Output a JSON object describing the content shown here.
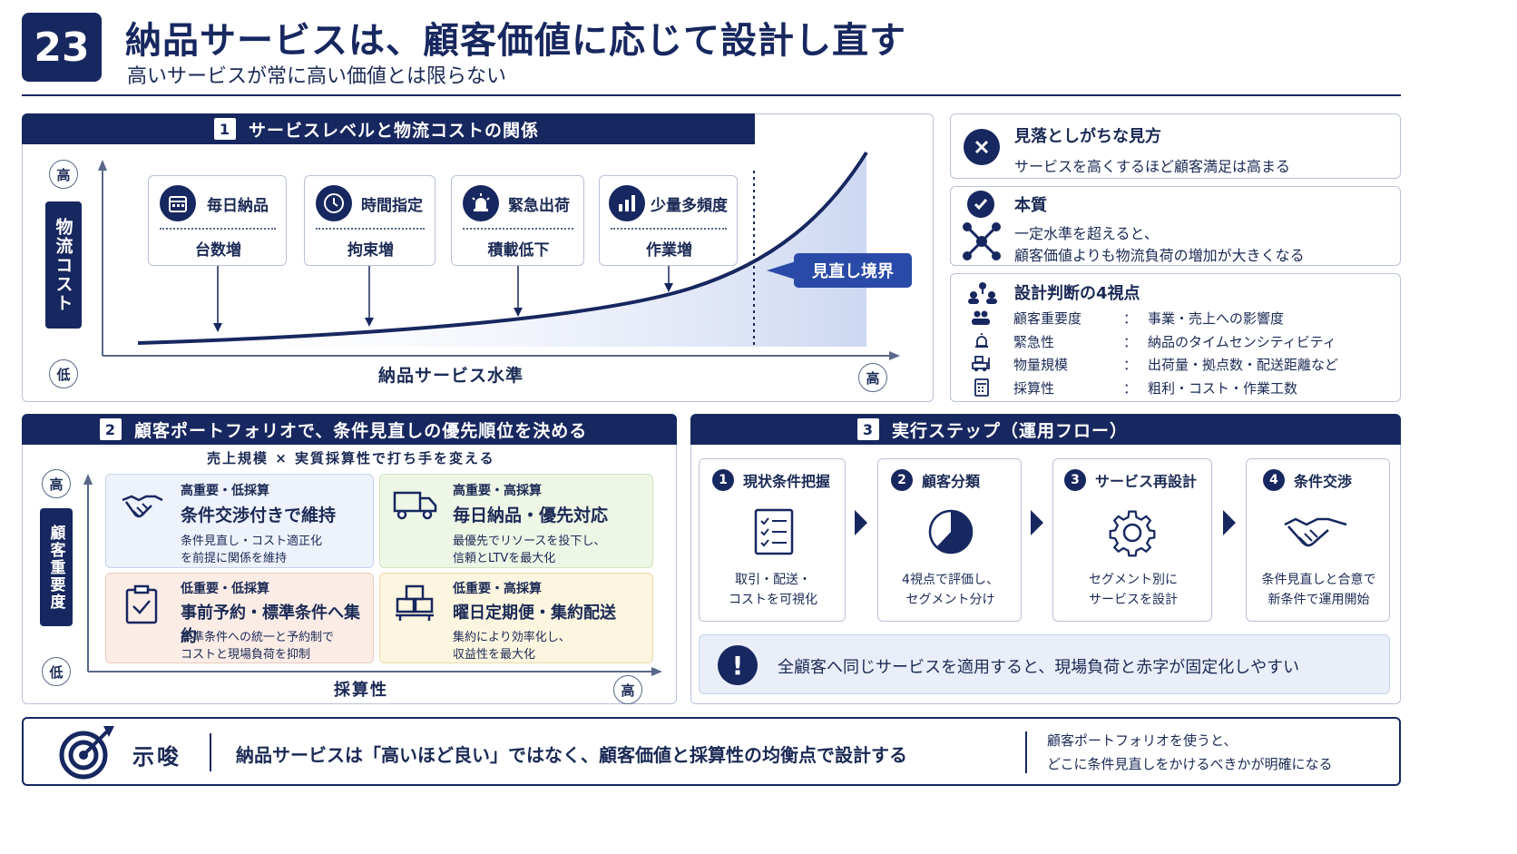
{
  "header": {
    "number": "23",
    "title": "納品サービスは、顧客価値に応じて設計し直す",
    "subtitle": "高いサービスが常に高い価値とは限らない"
  },
  "section1": {
    "num": "1",
    "title": "サービスレベルと物流コストの関係",
    "y_high": "高",
    "y_low": "低",
    "y_axis": "物流コスト",
    "x_axis": "納品サービス水準",
    "x_high": "高",
    "boundary": "見直し境界",
    "cards": [
      {
        "title": "毎日納品",
        "effect": "台数増",
        "icon": "calendar-icon"
      },
      {
        "title": "時間指定",
        "effect": "拘束増",
        "icon": "clock-icon"
      },
      {
        "title": "緊急出荷",
        "effect": "積載低下",
        "icon": "alarm-icon"
      },
      {
        "title": "少量多頻度",
        "effect": "作業増",
        "icon": "bar-chart-icon"
      }
    ]
  },
  "side": {
    "mistake": {
      "title": "見落としがちな見方",
      "text": "サービスを高くするほど顧客満足は高まる"
    },
    "essence": {
      "title": "本質",
      "line1": "一定水準を超えると、",
      "line2": "顧客価値よりも物流負荷の増加が大きくなる"
    },
    "criteria": {
      "title": "設計判断の4視点",
      "sep": "：",
      "items": [
        {
          "label": "顧客重要度",
          "value": "事業・売上への影響度",
          "icon": "people-icon"
        },
        {
          "label": "緊急性",
          "value": "納品のタイムセンシティビティ",
          "icon": "alarm-icon"
        },
        {
          "label": "物量規模",
          "value": "出荷量・拠点数・配送距離など",
          "icon": "forklift-icon"
        },
        {
          "label": "採算性",
          "value": "粗利・コスト・作業工数",
          "icon": "calculator-icon"
        }
      ]
    }
  },
  "section2": {
    "num": "2",
    "title": "顧客ポートフォリオで、条件見直しの優先順位を決める",
    "subtitle": "売上規模 × 実質採算性で打ち手を変える",
    "y_high": "高",
    "y_low": "低",
    "y_axis": "顧客重要度",
    "x_axis": "採算性",
    "x_high": "高",
    "quadrants": [
      {
        "tag": "高重要・低採算",
        "title": "条件交渉付きで維持",
        "l1": "条件見直し・コスト適正化",
        "l2": "を前提に関係を維持",
        "icon": "handshake-icon"
      },
      {
        "tag": "高重要・高採算",
        "title": "毎日納品・優先対応",
        "l1": "最優先でリソースを投下し、",
        "l2": "信頼とLTVを最大化",
        "icon": "truck-icon"
      },
      {
        "tag": "低重要・低採算",
        "title": "事前予約・標準条件へ集約",
        "l1": "標準条件への統一と予約制で",
        "l2": "コストと現場負荷を抑制",
        "icon": "clipboard-check-icon"
      },
      {
        "tag": "低重要・高採算",
        "title": "曜日定期便・集約配送",
        "l1": "集約により効率化し、",
        "l2": "収益性を最大化",
        "icon": "boxes-icon"
      }
    ]
  },
  "section3": {
    "num": "3",
    "title": "実行ステップ（運用フロー）",
    "steps": [
      {
        "n": "1",
        "title": "現状条件把握",
        "l1": "取引・配送・",
        "l2": "コストを可視化"
      },
      {
        "n": "2",
        "title": "顧客分類",
        "l1": "4視点で評価し、",
        "l2": "セグメント分け"
      },
      {
        "n": "3",
        "title": "サービス再設計",
        "l1": "セグメント別に",
        "l2": "サービスを設計"
      },
      {
        "n": "4",
        "title": "条件交渉",
        "l1": "条件見直しと合意で",
        "l2": "新条件で運用開始"
      }
    ],
    "warning": "全顧客へ同じサービスを適用すると、現場負荷と赤字が固定化しやすい"
  },
  "footer": {
    "label": "示唆",
    "main": "納品サービスは「高いほど良い」ではなく、顧客価値と採算性の均衡点で設計する",
    "note1": "顧客ポートフォリオを使うと、",
    "note2": "どこに条件見直しをかけるべきかが明確になる"
  },
  "colors": {
    "navy": "#17275f",
    "q1": "#edf2fb",
    "q2": "#eef6e6",
    "q3": "#fbece6",
    "q4": "#fcf5df"
  }
}
